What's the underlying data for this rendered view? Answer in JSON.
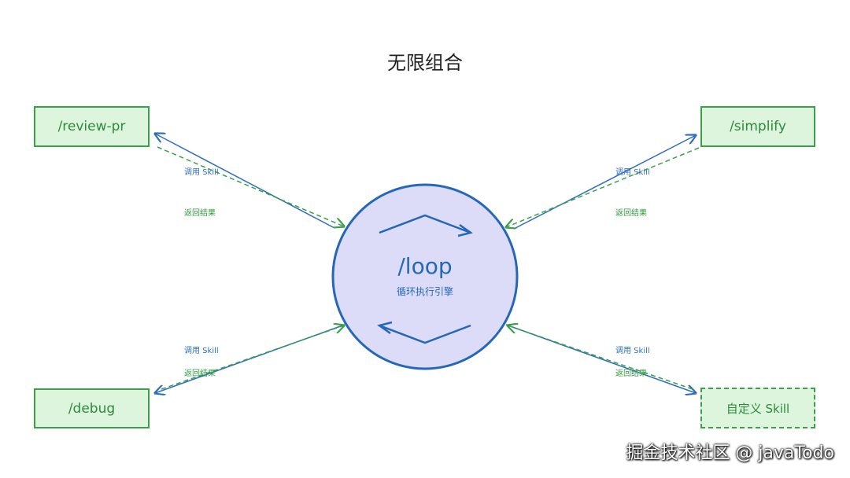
{
  "title": "无限组合",
  "center": {
    "title": "/loop",
    "subtitle": "循环执行引擎"
  },
  "nodes": {
    "review_pr": "/review-pr",
    "simplify": "/simplify",
    "debug": "/debug",
    "custom_skill": "自定义 Skill"
  },
  "labels": {
    "call": "调用 Skill",
    "return": "返回结果"
  },
  "watermark": "掘金技术社区 @ javaTodo",
  "colors": {
    "call_arrow": "#2f6fba",
    "return_arrow": "#3aa04a",
    "node_fill": "#dcf5dc",
    "center_fill": "#dcdcf8"
  }
}
